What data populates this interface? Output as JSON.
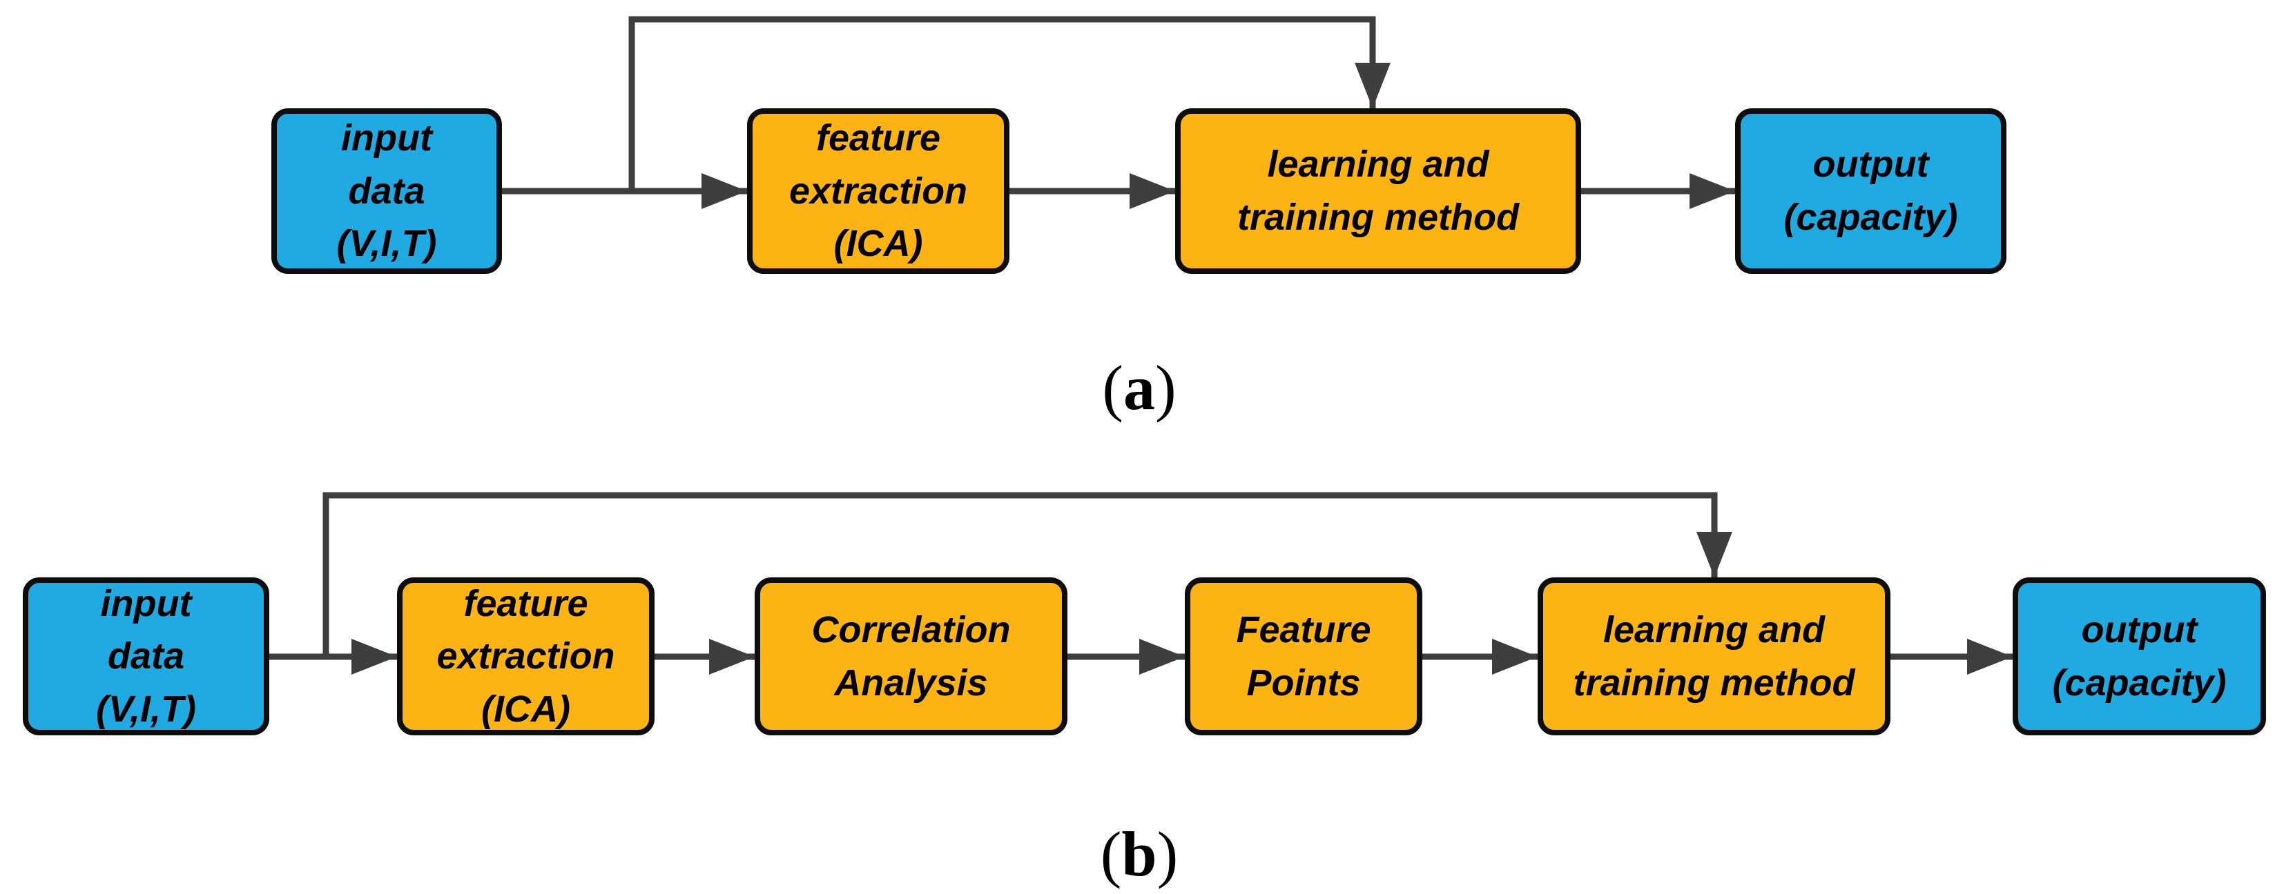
{
  "figure": {
    "background": "#ffffff",
    "colors": {
      "io_fill": "#21A9E1",
      "process_fill": "#FCB414",
      "node_border": "#0d0d0d",
      "node_text": "#000000",
      "arrow": "#3E3E3E",
      "caption_text": "#000000"
    },
    "panels": [
      {
        "caption": {
          "open": "(",
          "letter": "a",
          "close": ")"
        },
        "nodes": [
          {
            "id": "input-data",
            "kind": "input",
            "label": "input\ndata\n(V,I,T)"
          },
          {
            "id": "feature-extraction",
            "kind": "process",
            "label": "feature\nextraction\n(ICA)"
          },
          {
            "id": "learning-training-method",
            "kind": "process",
            "label": "learning and\ntraining method"
          },
          {
            "id": "output-capacity",
            "kind": "output",
            "label": "output\n(capacity)"
          }
        ],
        "edges": [
          {
            "from": "input-data",
            "to": "feature-extraction",
            "style": "straight"
          },
          {
            "from": "feature-extraction",
            "to": "learning-training-method",
            "style": "straight"
          },
          {
            "from": "learning-training-method",
            "to": "output-capacity",
            "style": "straight"
          },
          {
            "from": "input-data",
            "to": "learning-training-method",
            "style": "skip-over-top"
          }
        ]
      },
      {
        "caption": {
          "open": "(",
          "letter": "b",
          "close": ")"
        },
        "nodes": [
          {
            "id": "input-data",
            "kind": "input",
            "label": "input\ndata\n(V,I,T)"
          },
          {
            "id": "feature-extraction",
            "kind": "process",
            "label": "feature\nextraction\n(ICA)"
          },
          {
            "id": "correlation-analysis",
            "kind": "process",
            "label": "Correlation\nAnalysis"
          },
          {
            "id": "feature-points",
            "kind": "process",
            "label": "Feature\nPoints"
          },
          {
            "id": "learning-training-method",
            "kind": "process",
            "label": "learning and\ntraining method"
          },
          {
            "id": "output-capacity",
            "kind": "output",
            "label": "output\n(capacity)"
          }
        ],
        "edges": [
          {
            "from": "input-data",
            "to": "feature-extraction",
            "style": "straight"
          },
          {
            "from": "feature-extraction",
            "to": "correlation-analysis",
            "style": "straight"
          },
          {
            "from": "correlation-analysis",
            "to": "feature-points",
            "style": "straight"
          },
          {
            "from": "feature-points",
            "to": "learning-training-method",
            "style": "straight"
          },
          {
            "from": "learning-training-method",
            "to": "output-capacity",
            "style": "straight"
          },
          {
            "from": "input-data",
            "to": "learning-training-method",
            "style": "skip-over-top"
          }
        ]
      }
    ]
  }
}
